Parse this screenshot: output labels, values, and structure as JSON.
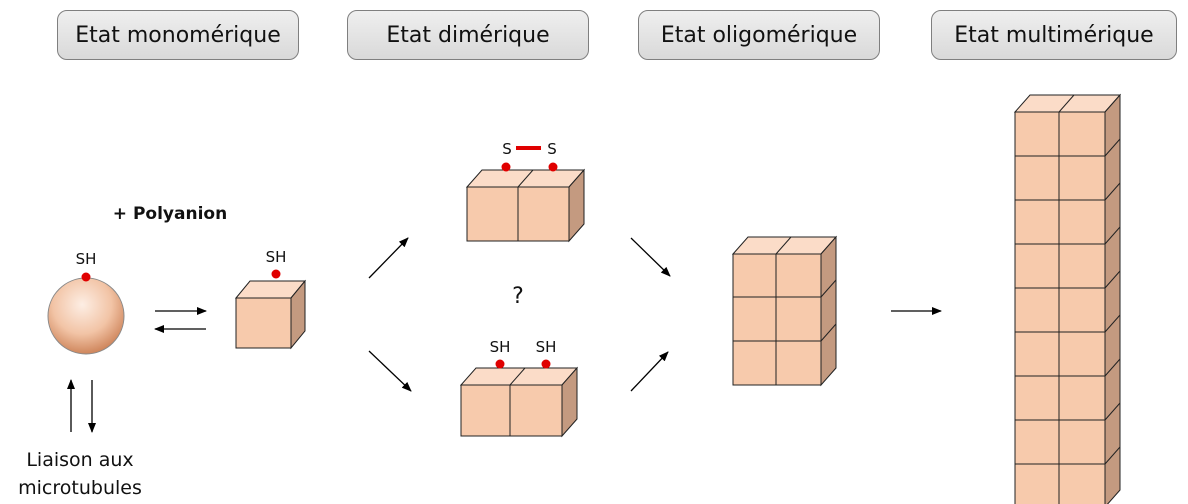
{
  "stages": [
    {
      "label": "Etat monomérique"
    },
    {
      "label": "Etat dimérique"
    },
    {
      "label": "Etat oligomérique"
    },
    {
      "label": "Etat multimérique"
    }
  ],
  "labels": {
    "polyanion": "+ Polyanion",
    "sh": "SH",
    "s": "S",
    "question": "?",
    "liaison_line1": "Liaison aux",
    "liaison_line2": "microtubules"
  },
  "colors": {
    "cube_front": "#f7caac",
    "cube_top": "#fbdcc8",
    "cube_side": "#c49a80",
    "thiol_dot": "#e00000",
    "disulfide_bond": "#e00000",
    "sphere_light": "#fbe3d4",
    "sphere_dark": "#c87a4e"
  }
}
